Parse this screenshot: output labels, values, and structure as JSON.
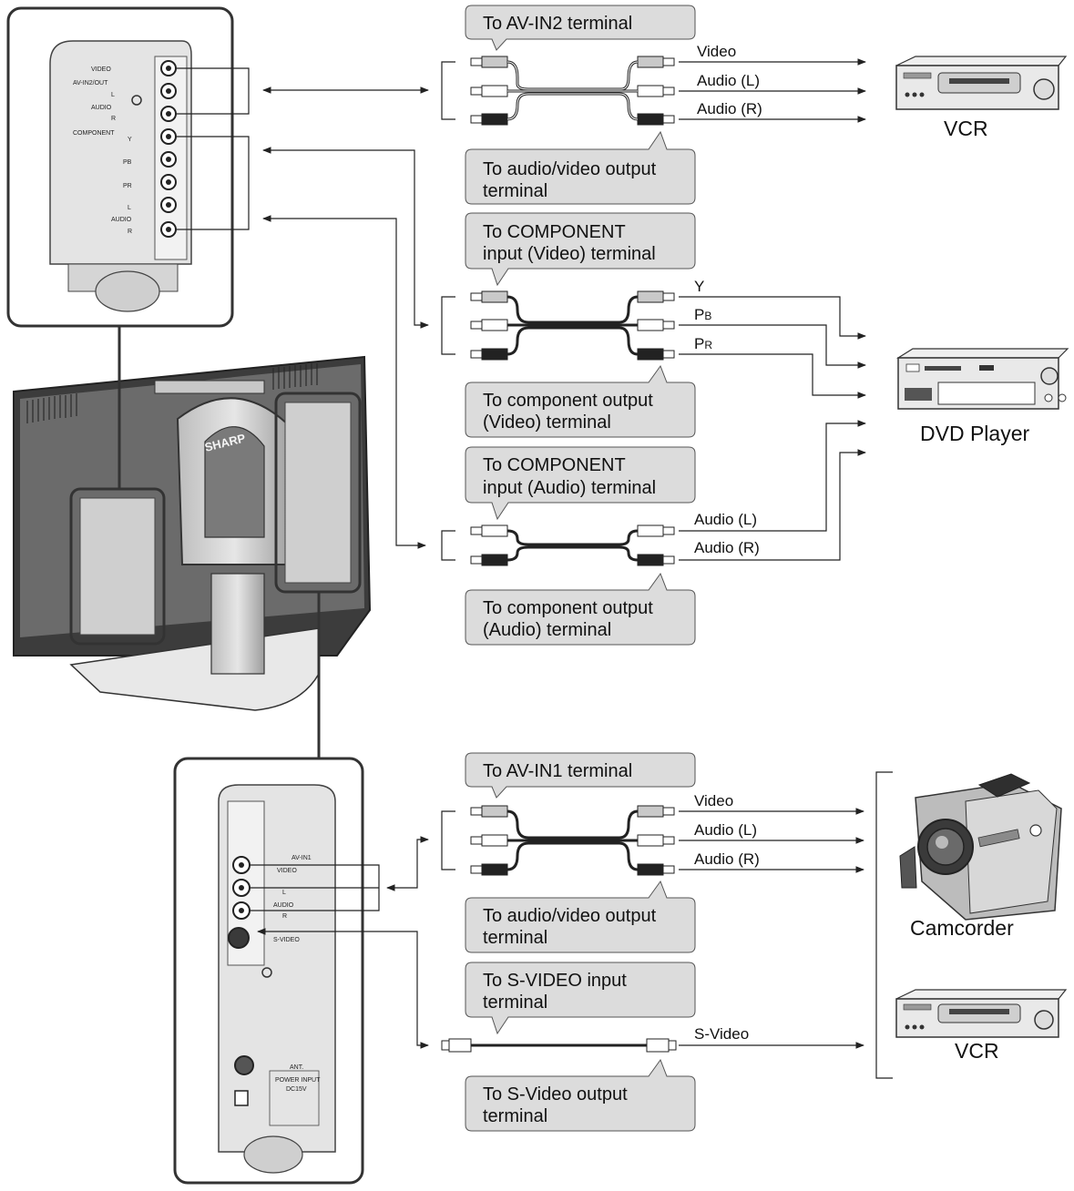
{
  "callouts": {
    "av_in2": "To AV-IN2 terminal",
    "av_output_1": [
      "To audio/video output",
      "terminal"
    ],
    "component_video_in": [
      "To COMPONENT",
      "input (Video) terminal"
    ],
    "component_video_out": [
      "To component output",
      "(Video) terminal"
    ],
    "component_audio_in": [
      "To COMPONENT",
      "input (Audio) terminal"
    ],
    "component_audio_out": [
      "To component output",
      "(Audio) terminal"
    ],
    "av_in1": "To AV-IN1 terminal",
    "av_output_2": [
      "To audio/video output",
      "terminal"
    ],
    "svideo_in": [
      "To S-VIDEO input",
      "terminal"
    ],
    "svideo_out": [
      "To S-Video output",
      "terminal"
    ]
  },
  "signal_labels": {
    "vcr1": [
      "Video",
      "Audio (L)",
      "Audio (R)"
    ],
    "dvd_video_y": "Y",
    "dvd_video_pb_main": "P",
    "dvd_video_pb_sub": "B",
    "dvd_video_pr_main": "P",
    "dvd_video_pr_sub": "R",
    "dvd_audio": [
      "Audio (L)",
      "Audio (R)"
    ],
    "camcorder": [
      "Video",
      "Audio (L)",
      "Audio (R)"
    ],
    "svideo": "S-Video"
  },
  "devices": {
    "vcr_top": "VCR",
    "dvd": "DVD Player",
    "camcorder": "Camcorder",
    "vcr_bottom": "VCR",
    "brand": "SHARP"
  },
  "panel_labels": {
    "av_in2_out": [
      "VIDEO",
      "AV-IN2/OUT",
      "L",
      "AUDIO",
      "R"
    ],
    "component": [
      "COMPONENT",
      "Y",
      "PB",
      "PR",
      "L",
      "AUDIO",
      "R"
    ],
    "av_in1": [
      "AV-IN1",
      "VIDEO",
      "L",
      "AUDIO",
      "R",
      "S-VIDEO"
    ],
    "power": [
      "ANT.",
      "POWER INPUT",
      "DC15V"
    ]
  }
}
